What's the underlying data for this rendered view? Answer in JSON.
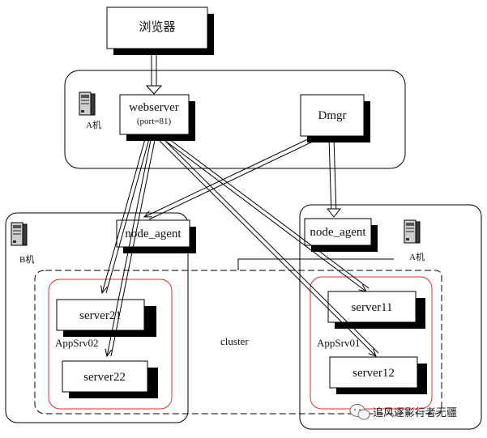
{
  "boxes": {
    "browser": "浏览器",
    "webserver": "webserver",
    "webserver_port": "(port=81)",
    "dmgr": "Dmgr",
    "node_agent_b": "node_agent",
    "node_agent_a": "node_agent",
    "server21": "server21",
    "server22": "server22",
    "server11": "server11",
    "server12": "server12"
  },
  "labels": {
    "machine_a_top": "A机",
    "machine_b": "B机",
    "machine_a_right": "A机",
    "appsrv02": "AppSrv02",
    "appsrv01": "AppSrv01",
    "cluster": "cluster"
  },
  "watermark": {
    "text": "追风逐影行者无疆"
  },
  "icons": {
    "server": "server-tower-icon",
    "watermark": "wechat-icon"
  }
}
